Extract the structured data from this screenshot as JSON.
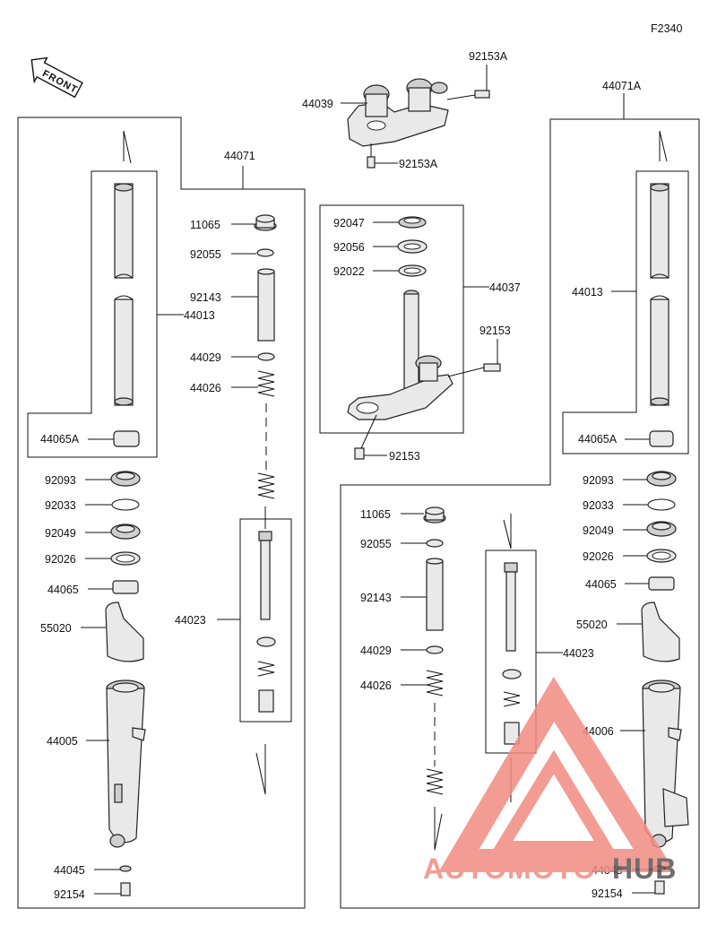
{
  "diagram_code": "F2340",
  "front_label": "FRONT",
  "watermark": {
    "part1": "AUTO",
    "part2": "MOTO",
    "part3": "HUB",
    "color_main": "#f28b82",
    "color_dark": "#555555"
  },
  "labels": {
    "l_44071": "44071",
    "l_44071a": "44071A",
    "l_92153a_top": "92153A",
    "l_44039": "44039",
    "l_92153a_bot": "92153A",
    "l_44013_l": "44013",
    "l_44065a_l": "44065A",
    "l_92093_l": "92093",
    "l_92033_l": "92033",
    "l_92049_l": "92049",
    "l_92026_l": "92026",
    "l_44065_l": "44065",
    "l_55020_l": "55020",
    "l_44005": "44005",
    "l_44045_l": "44045",
    "l_92154_l": "92154",
    "l_11065_l": "11065",
    "l_92055_l": "92055",
    "l_92143_l": "92143",
    "l_44029_l": "44029",
    "l_44026_l": "44026",
    "l_44023_l": "44023",
    "l_92047": "92047",
    "l_92056": "92056",
    "l_92022": "92022",
    "l_44037": "44037",
    "l_92153_a": "92153",
    "l_92153_b": "92153",
    "l_44013_r": "44013",
    "l_44065a_r": "44065A",
    "l_92093_r": "92093",
    "l_92033_r": "92033",
    "l_92049_r": "92049",
    "l_92026_r": "92026",
    "l_44065_r": "44065",
    "l_55020_r": "55020",
    "l_44006": "44006",
    "l_44045_r": "44045",
    "l_92154_r": "92154",
    "l_11065_r": "11065",
    "l_92055_r": "92055",
    "l_92143_r": "92143",
    "l_44029_r": "44029",
    "l_44026_r": "44026",
    "l_44023_r": "44023"
  }
}
